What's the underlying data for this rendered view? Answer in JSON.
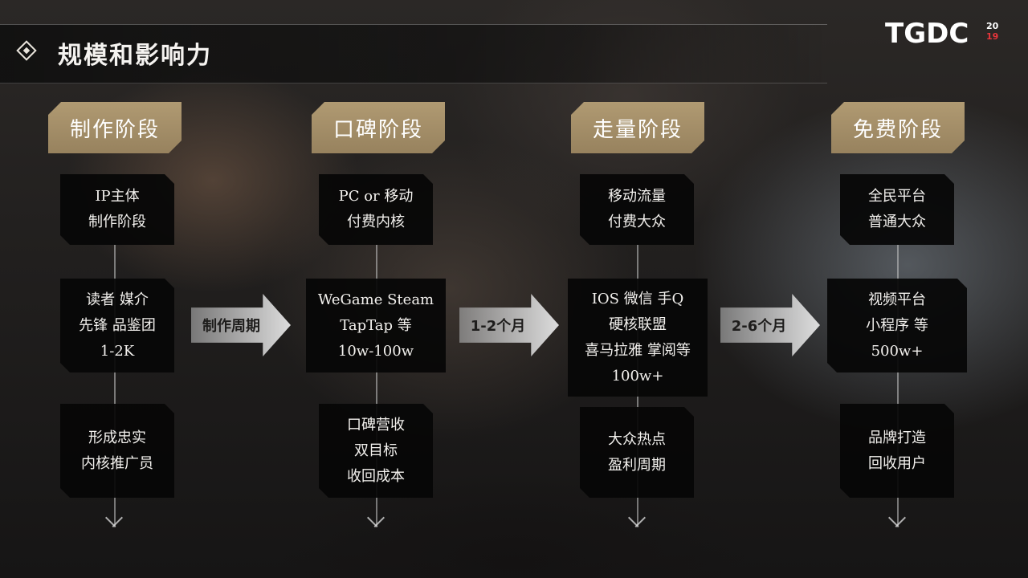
{
  "header": {
    "title": "规模和影响力"
  },
  "logo": {
    "text": "TGDC",
    "year_top": "20",
    "year_bottom": "19"
  },
  "stages": [
    {
      "title": "制作阶段",
      "box1": [
        "IP主体",
        "制作阶段"
      ],
      "box2": [
        "读者 媒介",
        "先锋 品鉴团",
        "1-2K"
      ],
      "box3": [
        "形成忠实",
        "内核推广员"
      ]
    },
    {
      "title": "口碑阶段",
      "box1": [
        "PC or 移动",
        "付费内核"
      ],
      "box2": [
        "WeGame Steam",
        "TapTap 等",
        "10w-100w"
      ],
      "box3": [
        "口碑营收",
        "双目标",
        "收回成本"
      ]
    },
    {
      "title": "走量阶段",
      "box1": [
        "移动流量",
        "付费大众"
      ],
      "box2": [
        "IOS 微信 手Q",
        "硬核联盟",
        "喜马拉雅 掌阅等",
        "100w+"
      ],
      "box3": [
        "大众热点",
        "盈利周期"
      ]
    },
    {
      "title": "免费阶段",
      "box1": [
        "全民平台",
        "普通大众"
      ],
      "box2": [
        "视频平台",
        "小程序 等",
        "500w+"
      ],
      "box3": [
        "品牌打造",
        "回收用户"
      ]
    }
  ],
  "arrows": [
    {
      "label": "制作周期"
    },
    {
      "label": "1-2个月"
    },
    {
      "label": "2-6个月"
    }
  ]
}
